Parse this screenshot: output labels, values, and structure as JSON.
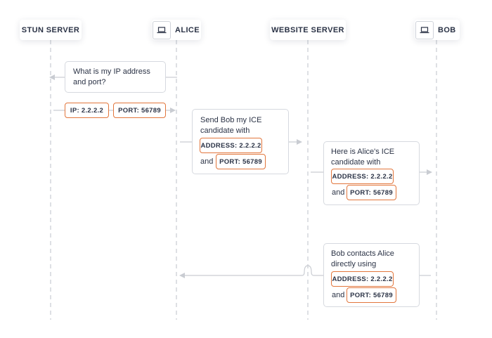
{
  "actors": {
    "stun": "STUN SERVER",
    "alice": "ALICE",
    "website": "WEBSITE SERVER",
    "bob": "BOB"
  },
  "icons": {
    "alice": "laptop-icon",
    "bob": "laptop-icon"
  },
  "colors": {
    "accent": "#e2763c",
    "line": "#c9ccd2",
    "text": "#2b3346"
  },
  "messages": {
    "ip_request": {
      "text_1": "What is my IP address",
      "text_2": "and port?"
    },
    "ip_response": {
      "ip": "IP: 2.2.2.2",
      "port": "PORT: 56789"
    },
    "alice_to_server": {
      "text_1": "Send Bob my ICE",
      "text_2": "candidate with",
      "address": "ADDRESS: 2.2.2.2",
      "and": "and",
      "port": "PORT: 56789"
    },
    "server_to_bob": {
      "text_1": "Here is Alice's ICE",
      "text_2": "candidate with",
      "address": "ADDRESS: 2.2.2.2",
      "and": "and",
      "port": "PORT: 56789"
    },
    "bob_to_alice": {
      "text_1": "Bob contacts Alice",
      "text_2": "directly using",
      "address": "ADDRESS: 2.2.2.2",
      "and": "and",
      "port": "PORT: 56789"
    }
  }
}
